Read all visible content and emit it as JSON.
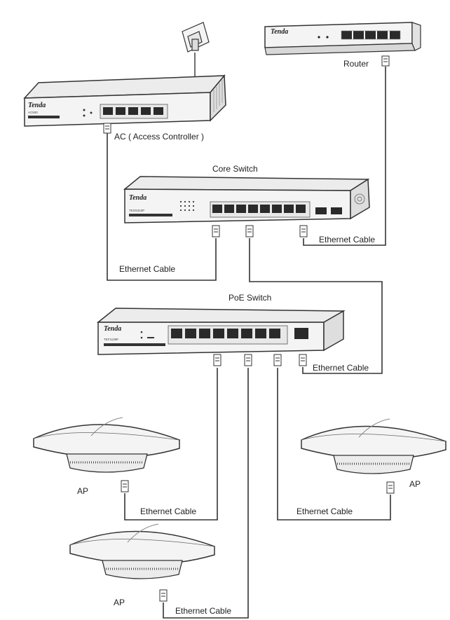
{
  "labels": {
    "router": "Router",
    "ac": "AC ( Access Controller )",
    "core_switch": "Core Switch",
    "poe_switch": "PoE Switch",
    "ap_left": "AP",
    "ap_right": "AP",
    "ap_bottom": "AP",
    "cable_core_router": "Ethernet Cable",
    "cable_ac_core": "Ethernet Cable",
    "cable_poe_core": "Ethernet Cable",
    "cable_ap_left": "Ethernet Cable",
    "cable_ap_right": "Ethernet Cable",
    "cable_ap_bottom": "Ethernet Cable"
  },
  "devices": {
    "router_brand": "Tenda",
    "ac_brand": "Tenda",
    "ac_model": "AC500",
    "core_brand": "Tenda",
    "core_model": "TEG5310P",
    "poe_brand": "Tenda",
    "poe_model": "TEF1109P"
  },
  "colors": {
    "line": "#333333",
    "device_fill": "#f4f4f4",
    "port_fill": "#2a2a2a"
  }
}
